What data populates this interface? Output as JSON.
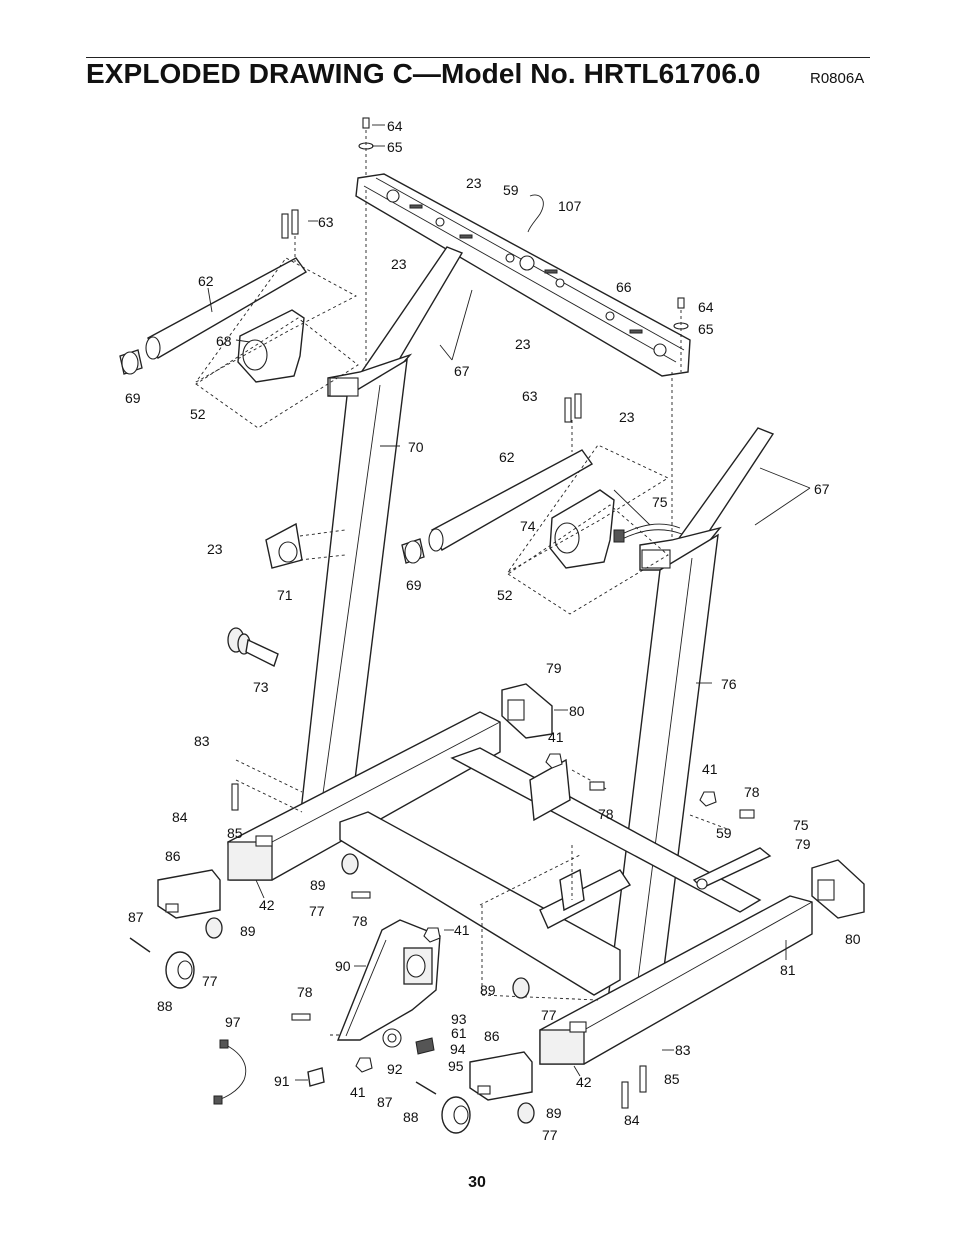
{
  "header": {
    "title": "EXPLODED DRAWING C—Model No. HRTL61706.0",
    "drawing_code": "R0806A"
  },
  "footer": {
    "page_number": "30"
  },
  "callouts": [
    "64",
    "65",
    "23",
    "59",
    "107",
    "63",
    "23",
    "62",
    "68",
    "66",
    "64",
    "65",
    "23",
    "69",
    "52",
    "67",
    "23",
    "63",
    "70",
    "62",
    "67",
    "75",
    "74",
    "23",
    "71",
    "69",
    "52",
    "73",
    "79",
    "80",
    "76",
    "83",
    "41",
    "41",
    "78",
    "84",
    "85",
    "78",
    "75",
    "59",
    "79",
    "86",
    "89",
    "42",
    "77",
    "78",
    "41",
    "87",
    "89",
    "80",
    "81",
    "90",
    "77",
    "88",
    "78",
    "89",
    "77",
    "97",
    "93",
    "61",
    "86",
    "94",
    "83",
    "92",
    "95",
    "85",
    "91",
    "41",
    "87",
    "42",
    "84",
    "88",
    "89",
    "77"
  ]
}
